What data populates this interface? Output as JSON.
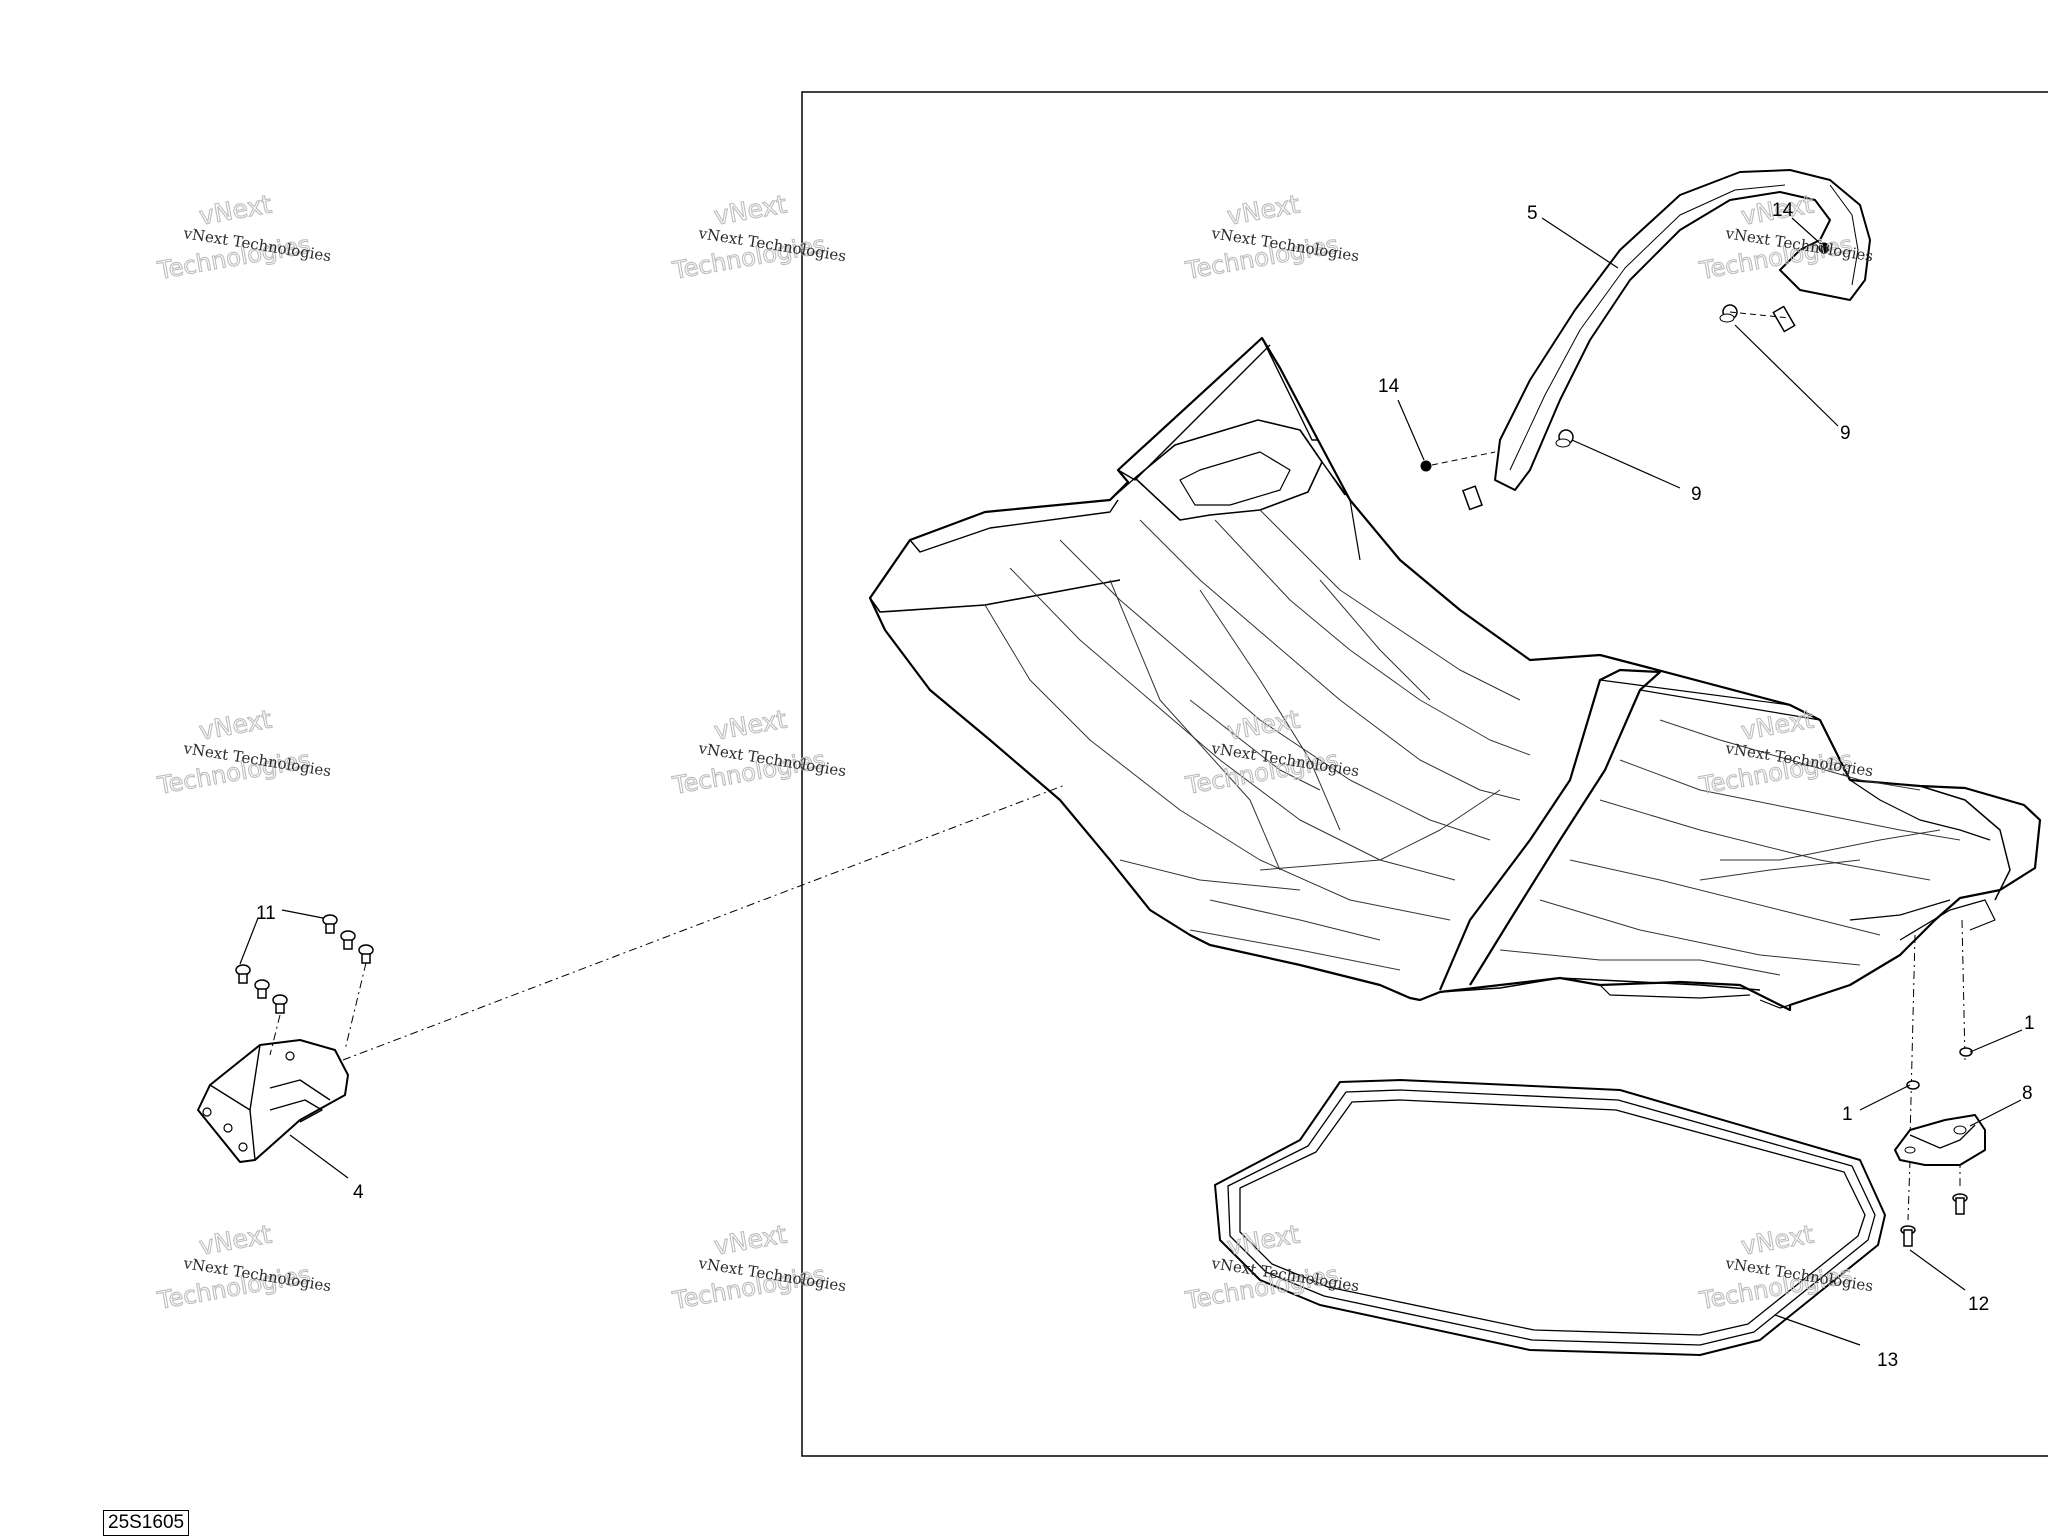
{
  "diagram": {
    "reference_code": "25S1605",
    "watermark": {
      "line1": "vNext Technologies",
      "line2": "vNext",
      "line3": "Technologies"
    },
    "callouts": [
      {
        "id": "c5",
        "label": "5"
      },
      {
        "id": "c14a",
        "label": "14"
      },
      {
        "id": "c14b",
        "label": "14"
      },
      {
        "id": "c9a",
        "label": "9"
      },
      {
        "id": "c9b",
        "label": "9"
      },
      {
        "id": "c11",
        "label": "11"
      },
      {
        "id": "c4",
        "label": "4"
      },
      {
        "id": "c1a",
        "label": "1"
      },
      {
        "id": "c1b",
        "label": "1"
      },
      {
        "id": "c8",
        "label": "8"
      },
      {
        "id": "c12",
        "label": "12"
      },
      {
        "id": "c13",
        "label": "13"
      }
    ]
  }
}
